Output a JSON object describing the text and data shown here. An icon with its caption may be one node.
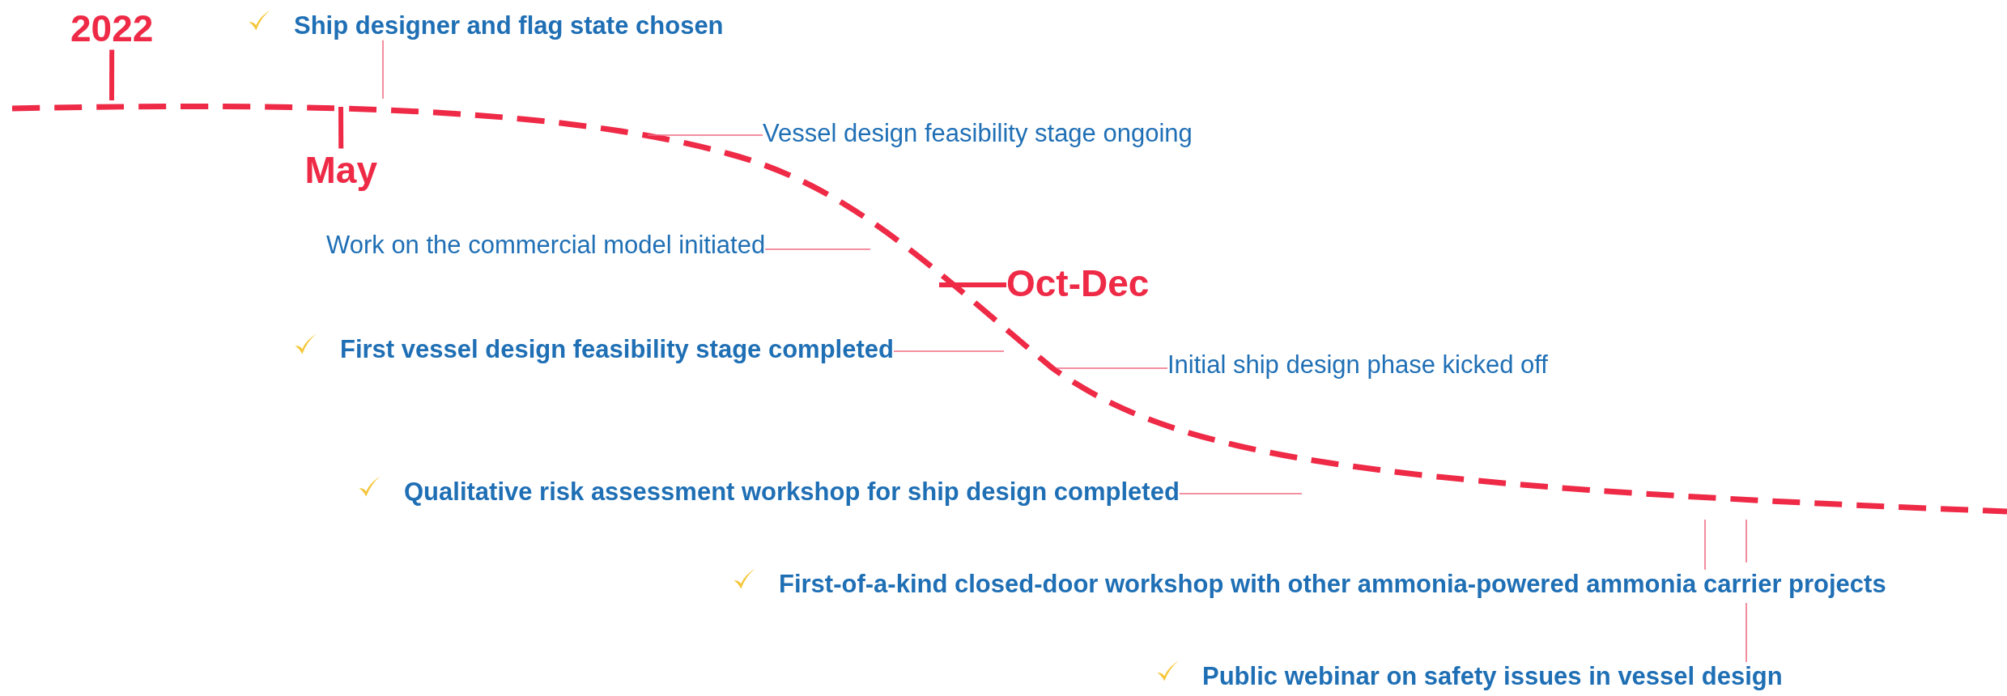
{
  "diagram": {
    "nodes": [
      {
        "text": [
          "2022"
        ]
      },
      {
        "text": [
          "Ship designer and flag state chosen"
        ]
      },
      {
        "text": [
          "May"
        ]
      },
      {
        "text": [
          "Vessel design feasibility stage ongoing"
        ]
      },
      {
        "text": [
          "Work on the commercial model initiated"
        ]
      },
      {
        "text": [
          "Oct-Dec"
        ]
      },
      {
        "text": [
          "First vessel design feasibility stage completed"
        ]
      },
      {
        "text": [
          "Initial ship design phase kicked off"
        ]
      },
      {
        "text": [
          "Qualitative risk assessment workshop for ship design completed"
        ]
      },
      {
        "text": [
          "First-of-a-kind closed-door workshop with other ammonia-powered ammonia carrier projects"
        ]
      },
      {
        "text": [
          "Public webinar on safety issues in vessel design"
        ]
      }
    ],
    "edges": [
      {
        "from": 0,
        "to": null,
        "arrow": "none",
        "style": "thick",
        "color": "#ee2a46"
      },
      {
        "from": 1,
        "to": null,
        "arrow": "none"
      },
      {
        "from": 2,
        "to": null,
        "arrow": "none",
        "style": "thick",
        "color": "#ee2a46"
      },
      {
        "from": 3,
        "to": null,
        "arrow": "none"
      },
      {
        "from": 4,
        "to": null,
        "arrow": "none"
      },
      {
        "from": 5,
        "to": null,
        "arrow": "none",
        "style": "thick",
        "color": "#ee2a46"
      },
      {
        "from": 6,
        "to": null,
        "arrow": "none"
      },
      {
        "from": 7,
        "to": null,
        "arrow": "none"
      },
      {
        "from": 8,
        "to": null,
        "arrow": "none"
      },
      {
        "from": 9,
        "to": null,
        "arrow": "none"
      },
      {
        "from": 10,
        "to": null,
        "arrow": "none"
      }
    ]
  }
}
